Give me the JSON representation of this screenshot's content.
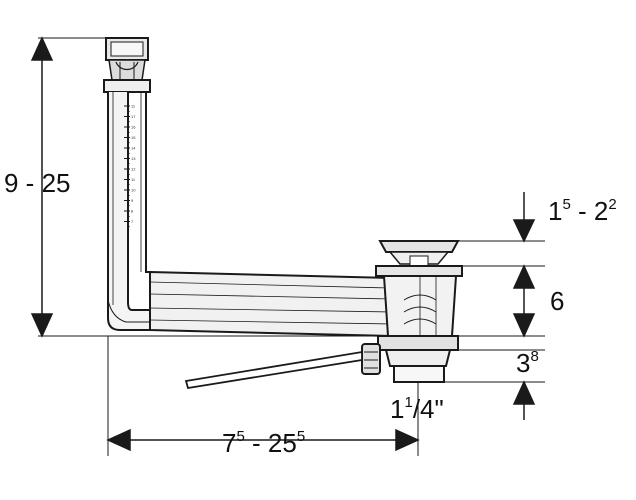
{
  "dimensions": {
    "height_total": "9 - 25",
    "top_cap_base": "1",
    "top_cap_sup1": "5",
    "top_cap_mid": " - 2",
    "top_cap_sup2": "2",
    "middle": "6",
    "lower_base": "3",
    "lower_sup": "8",
    "outlet_base": "1",
    "outlet_sup": "1",
    "outlet_rest": "/4\"",
    "width_base1": "7",
    "width_sup1": "5",
    "width_mid": " - 25",
    "width_sup2": "5"
  },
  "scale_ticks": [
    "11",
    "17",
    "16",
    "15",
    "14",
    "13",
    "12",
    "11",
    "10",
    "9",
    "8",
    "7"
  ],
  "colors": {
    "line": "#1a1a1a",
    "fill_light": "#f2f2f2",
    "fill_mid": "#d9d9d9"
  }
}
